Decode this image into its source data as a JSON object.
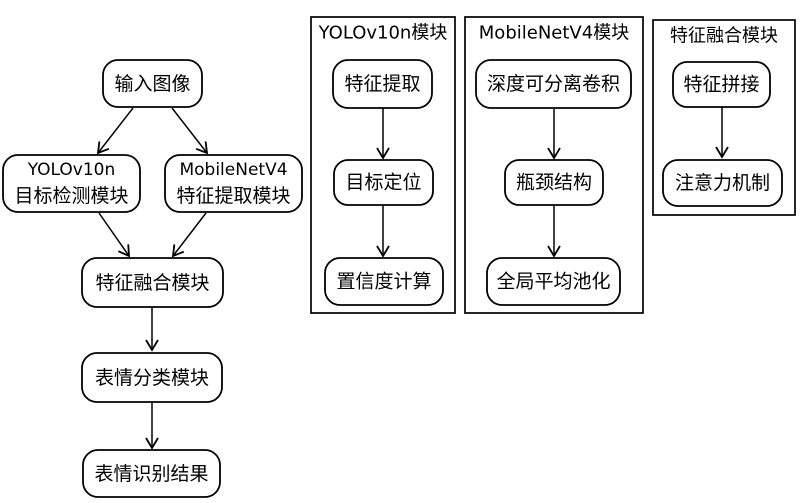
{
  "colors": {
    "background": "#ffffff",
    "stroke": "#000000",
    "text": "#000000"
  },
  "main_flow": {
    "input": "输入图像",
    "yolo_branch_line1": "YOLOv10n",
    "yolo_branch_line2": "目标检测模块",
    "mobilenet_branch_line1": "MobileNetV4",
    "mobilenet_branch_line2": "特征提取模块",
    "fusion": "特征融合模块",
    "classification": "表情分类模块",
    "result": "表情识别结果"
  },
  "modules": [
    {
      "title": "YOLOv10n模块",
      "nodes": [
        "特征提取",
        "目标定位",
        "置信度计算"
      ]
    },
    {
      "title": "MobileNetV4模块",
      "nodes": [
        "深度可分离卷积",
        "瓶颈结构",
        "全局平均池化"
      ]
    },
    {
      "title": "特征融合模块",
      "nodes": [
        "特征拼接",
        "注意力机制"
      ]
    }
  ]
}
